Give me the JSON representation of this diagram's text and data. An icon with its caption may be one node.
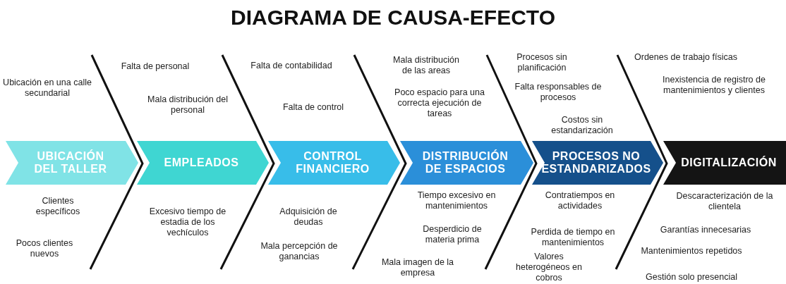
{
  "diagram": {
    "title": "DIAGRAMA DE CAUSA-EFECTO",
    "nodes": [
      {
        "text": [
          "UBICACIÓN DEL TALLER"
        ]
      },
      {
        "text": [
          "EMPLEADOS"
        ]
      },
      {
        "text": [
          "CONTROL FINANCIERO"
        ]
      },
      {
        "text": [
          "DISTRIBUCIÓN DE ESPACIOS"
        ]
      },
      {
        "text": [
          "PROCESOS NO ESTANDARIZADOS"
        ]
      },
      {
        "text": [
          "DIGITALIZACIÓN"
        ]
      }
    ],
    "labels": [
      "Ubicación en una calle secundarial",
      "Clientes específicos",
      "Pocos clientes nuevos",
      "Falta de personal",
      "Mala distribución del personal",
      "Excesivo tiempo de estadia de los vechículos",
      "Falta de contabilidad",
      "Falta de control",
      "Adquisición de deudas",
      "Mala percepción de ganancias",
      "Mala distribución de las areas",
      "Poco espacio para una correcta ejecución de tareas",
      "Tiempo excesivo en mantenimientos",
      "Desperdicio de materia prima",
      "Mala imagen de la empresa",
      "Procesos sin planificación",
      "Falta responsables de procesos",
      "Costos sin estandarización",
      "Contratiempos en actividades",
      "Perdida de tiempo en mantenimientos",
      "Valores heterogéneos en cobros",
      "Ordenes de trabajo físicas",
      "Inexistencia de registro de mantenimientos y clientes",
      "Descaracterización de la clientela",
      "Garantías innecesarias",
      "Mantenimientos repetidos",
      "Gestión solo presencial"
    ]
  }
}
